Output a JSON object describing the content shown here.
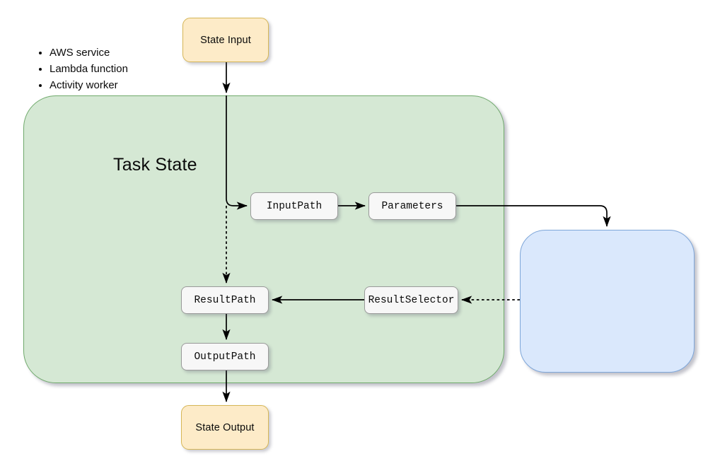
{
  "diagram": {
    "title_label": "Task State",
    "nodes": {
      "state_input": {
        "label": "State Input",
        "kind": "terminal"
      },
      "input_path": {
        "label": "InputPath",
        "kind": "field"
      },
      "parameters": {
        "label": "Parameters",
        "kind": "field"
      },
      "result_selector": {
        "label": "ResultSelector",
        "kind": "field"
      },
      "result_path": {
        "label": "ResultPath",
        "kind": "field"
      },
      "output_path": {
        "label": "OutputPath",
        "kind": "field"
      },
      "state_output": {
        "label": "State Output",
        "kind": "terminal"
      }
    },
    "resource_group": {
      "items": [
        "AWS service",
        "Lambda function",
        "Activity worker"
      ]
    },
    "colors": {
      "terminal_fill": "#fdebc8",
      "terminal_stroke": "#d6b656",
      "field_fill": "#f7f7f7",
      "field_stroke": "#9a9a9a",
      "group_fill": "#d5e8d4",
      "group_stroke": "#6fa96b",
      "resource_fill": "#dae8fc",
      "resource_stroke": "#7ea6d9",
      "edge": "#000000"
    }
  }
}
